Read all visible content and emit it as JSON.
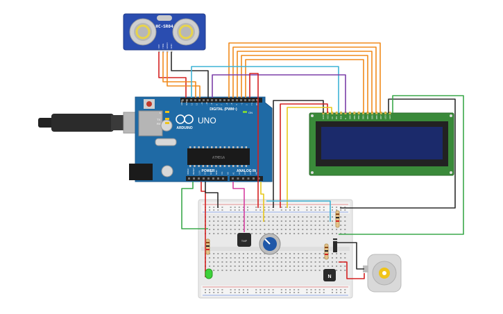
{
  "sensor": {
    "model": "HC-SR04",
    "pins": [
      "VCC",
      "TRIG",
      "ECHO",
      "GND"
    ]
  },
  "arduino": {
    "brand": "ARDUINO",
    "model": "UNO",
    "digital_header_label": "DIGITAL (PWM~)",
    "power_label": "POWER",
    "analog_label": "ANALOG IN",
    "tx_label": "TX",
    "rx_label": "RX",
    "l_label": "L",
    "on_label": "ON",
    "top_pin_labels": [
      "AREF",
      "GND",
      "13",
      "12",
      "~11",
      "~10",
      "~9",
      "8",
      "7",
      "~6",
      "~5",
      "4",
      "~3",
      "2",
      "TX→1",
      "RX←0"
    ],
    "bottom_pin_labels": [
      "IOREF",
      "RESET",
      "3.3V",
      "5V",
      "GND",
      "GND",
      "Vin",
      "A0",
      "A1",
      "A2",
      "A3",
      "A4",
      "A5"
    ]
  },
  "ic": {
    "label": "ATMEGA"
  },
  "temp_sensor": {
    "label": "TMP"
  },
  "transistor": {
    "label": "N"
  },
  "lcd": {
    "pin_labels": [
      "GND",
      "VCC",
      "V0",
      "RS",
      "RW",
      "E",
      "DB0",
      "DB1",
      "DB2",
      "DB3",
      "DB4",
      "DB5",
      "DB6",
      "DB7",
      "LED",
      "LED"
    ]
  },
  "colors": {
    "arduino_board": "#1f6aa5",
    "lcd_board": "#3a8a3a",
    "lcd_screen": "#1b2a6b",
    "sensor_board": "#2a4db0",
    "breadboard": "#ececec",
    "wire_orange": "#f08a1c",
    "wire_red": "#d42020",
    "wire_black": "#2b2b2b",
    "wire_cyan": "#3fb3d6",
    "wire_purple": "#7b3fa8",
    "wire_yellow": "#e8c81a",
    "wire_green": "#3aa84a",
    "wire_pink": "#d63ea0"
  }
}
